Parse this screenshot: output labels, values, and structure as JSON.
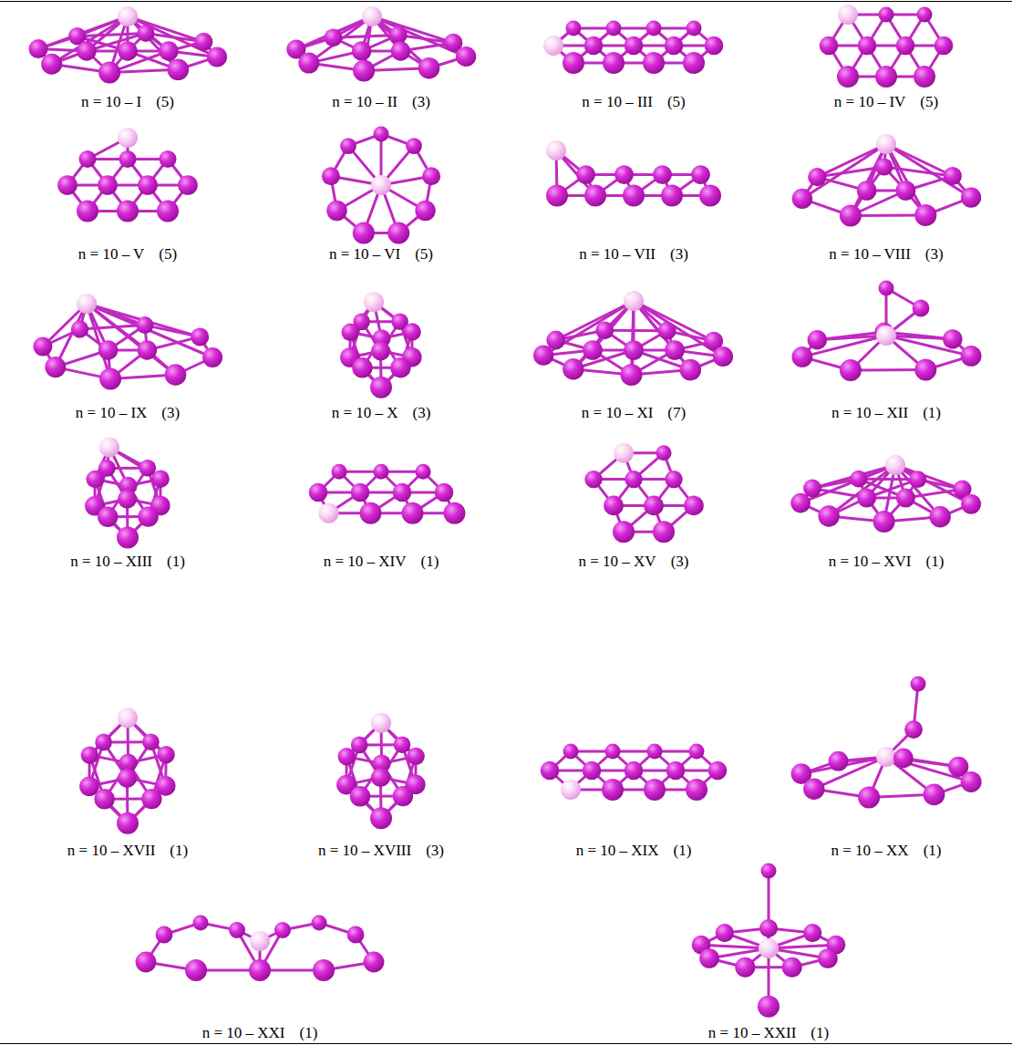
{
  "diagram": {
    "labels": [
      "n = 10 – I",
      "(5)",
      "n = 10 – II",
      "(3)",
      "n = 10 – III",
      "(5)",
      "n = 10 – IV",
      "(5)",
      "n = 10 – V",
      "(5)",
      "n = 10 – VI",
      "(5)",
      "n = 10 – VII",
      "(3)",
      "n = 10 – VIII",
      "(3)",
      "n = 10 – IX",
      "(3)",
      "n = 10 – X",
      "(3)",
      "n = 10 – XI",
      "(7)",
      "n = 10 – XII",
      "(1)",
      "n = 10 – XIII",
      "(1)",
      "n = 10 – XIV",
      "(1)",
      "n = 10 – XV",
      "(3)",
      "n = 10 – XVI",
      "(1)",
      "n = 10 – XVII",
      "(1)",
      "n = 10 – XVIII",
      "(3)",
      "n = 10 – XIX",
      "(1)",
      "n = 10 – XX",
      "(1)",
      "n = 10 – XXI",
      "(1)",
      "n = 10 – XXII",
      "(1)"
    ]
  }
}
